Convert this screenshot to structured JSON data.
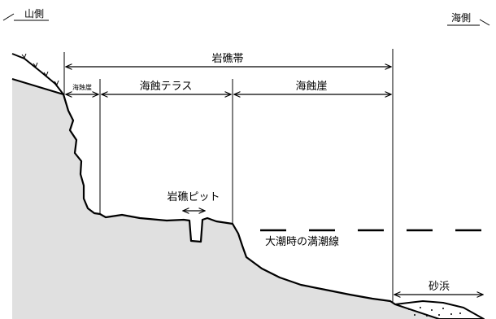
{
  "direction": {
    "mountain_side": "山側",
    "sea_side": "海側"
  },
  "zones": {
    "reef_zone": "岩礁帯",
    "small_cliff": "海蝕崖",
    "wave_cut_terrace": "海蝕テラス",
    "sea_cliff": "海蝕崖",
    "rock_pit": "岩礁ピット",
    "spring_high_tide_line": "大潮時の満潮線",
    "sand_beach": "砂浜"
  },
  "colors": {
    "land_fill": "#e0e0e0",
    "line": "#000000",
    "sand": "#ffffff"
  }
}
